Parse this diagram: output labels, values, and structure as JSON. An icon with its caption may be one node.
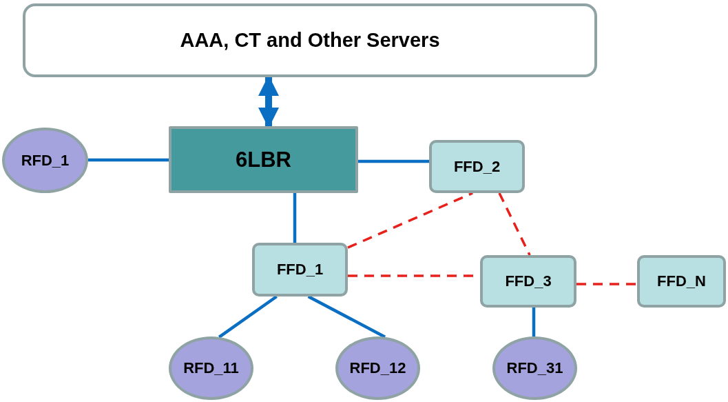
{
  "diagram": {
    "nodes": [
      {
        "text": [
          "AAA, CT and Other Servers"
        ]
      },
      {
        "text": [
          "6LBR"
        ]
      },
      {
        "text": [
          "RFD_1"
        ]
      },
      {
        "text": [
          "FFD_2"
        ]
      },
      {
        "text": [
          "FFD_1"
        ]
      },
      {
        "text": [
          "FFD_3"
        ]
      },
      {
        "text": [
          "FFD_N"
        ]
      },
      {
        "text": [
          "RFD_11"
        ]
      },
      {
        "text": [
          "RFD_12"
        ]
      },
      {
        "text": [
          "RFD_31"
        ]
      }
    ],
    "edges": [
      {
        "from": 0,
        "to": 1,
        "arrow": "both",
        "style": "thick"
      },
      {
        "from": 2,
        "to": 1,
        "arrow": "none"
      },
      {
        "from": 1,
        "to": 3,
        "arrow": "none"
      },
      {
        "from": 1,
        "to": 4,
        "arrow": "none"
      },
      {
        "from": 4,
        "to": 3,
        "arrow": "none",
        "style": "dashed",
        "color": "#e8201c"
      },
      {
        "from": 3,
        "to": 5,
        "arrow": "none",
        "style": "dashed",
        "color": "#e8201c"
      },
      {
        "from": 4,
        "to": 5,
        "arrow": "none",
        "style": "dashed",
        "color": "#e8201c"
      },
      {
        "from": 5,
        "to": 6,
        "arrow": "none",
        "style": "dashed",
        "color": "#e8201c"
      },
      {
        "from": 4,
        "to": 7,
        "arrow": "none"
      },
      {
        "from": 4,
        "to": 8,
        "arrow": "none"
      },
      {
        "from": 5,
        "to": 9,
        "arrow": "none"
      }
    ]
  }
}
